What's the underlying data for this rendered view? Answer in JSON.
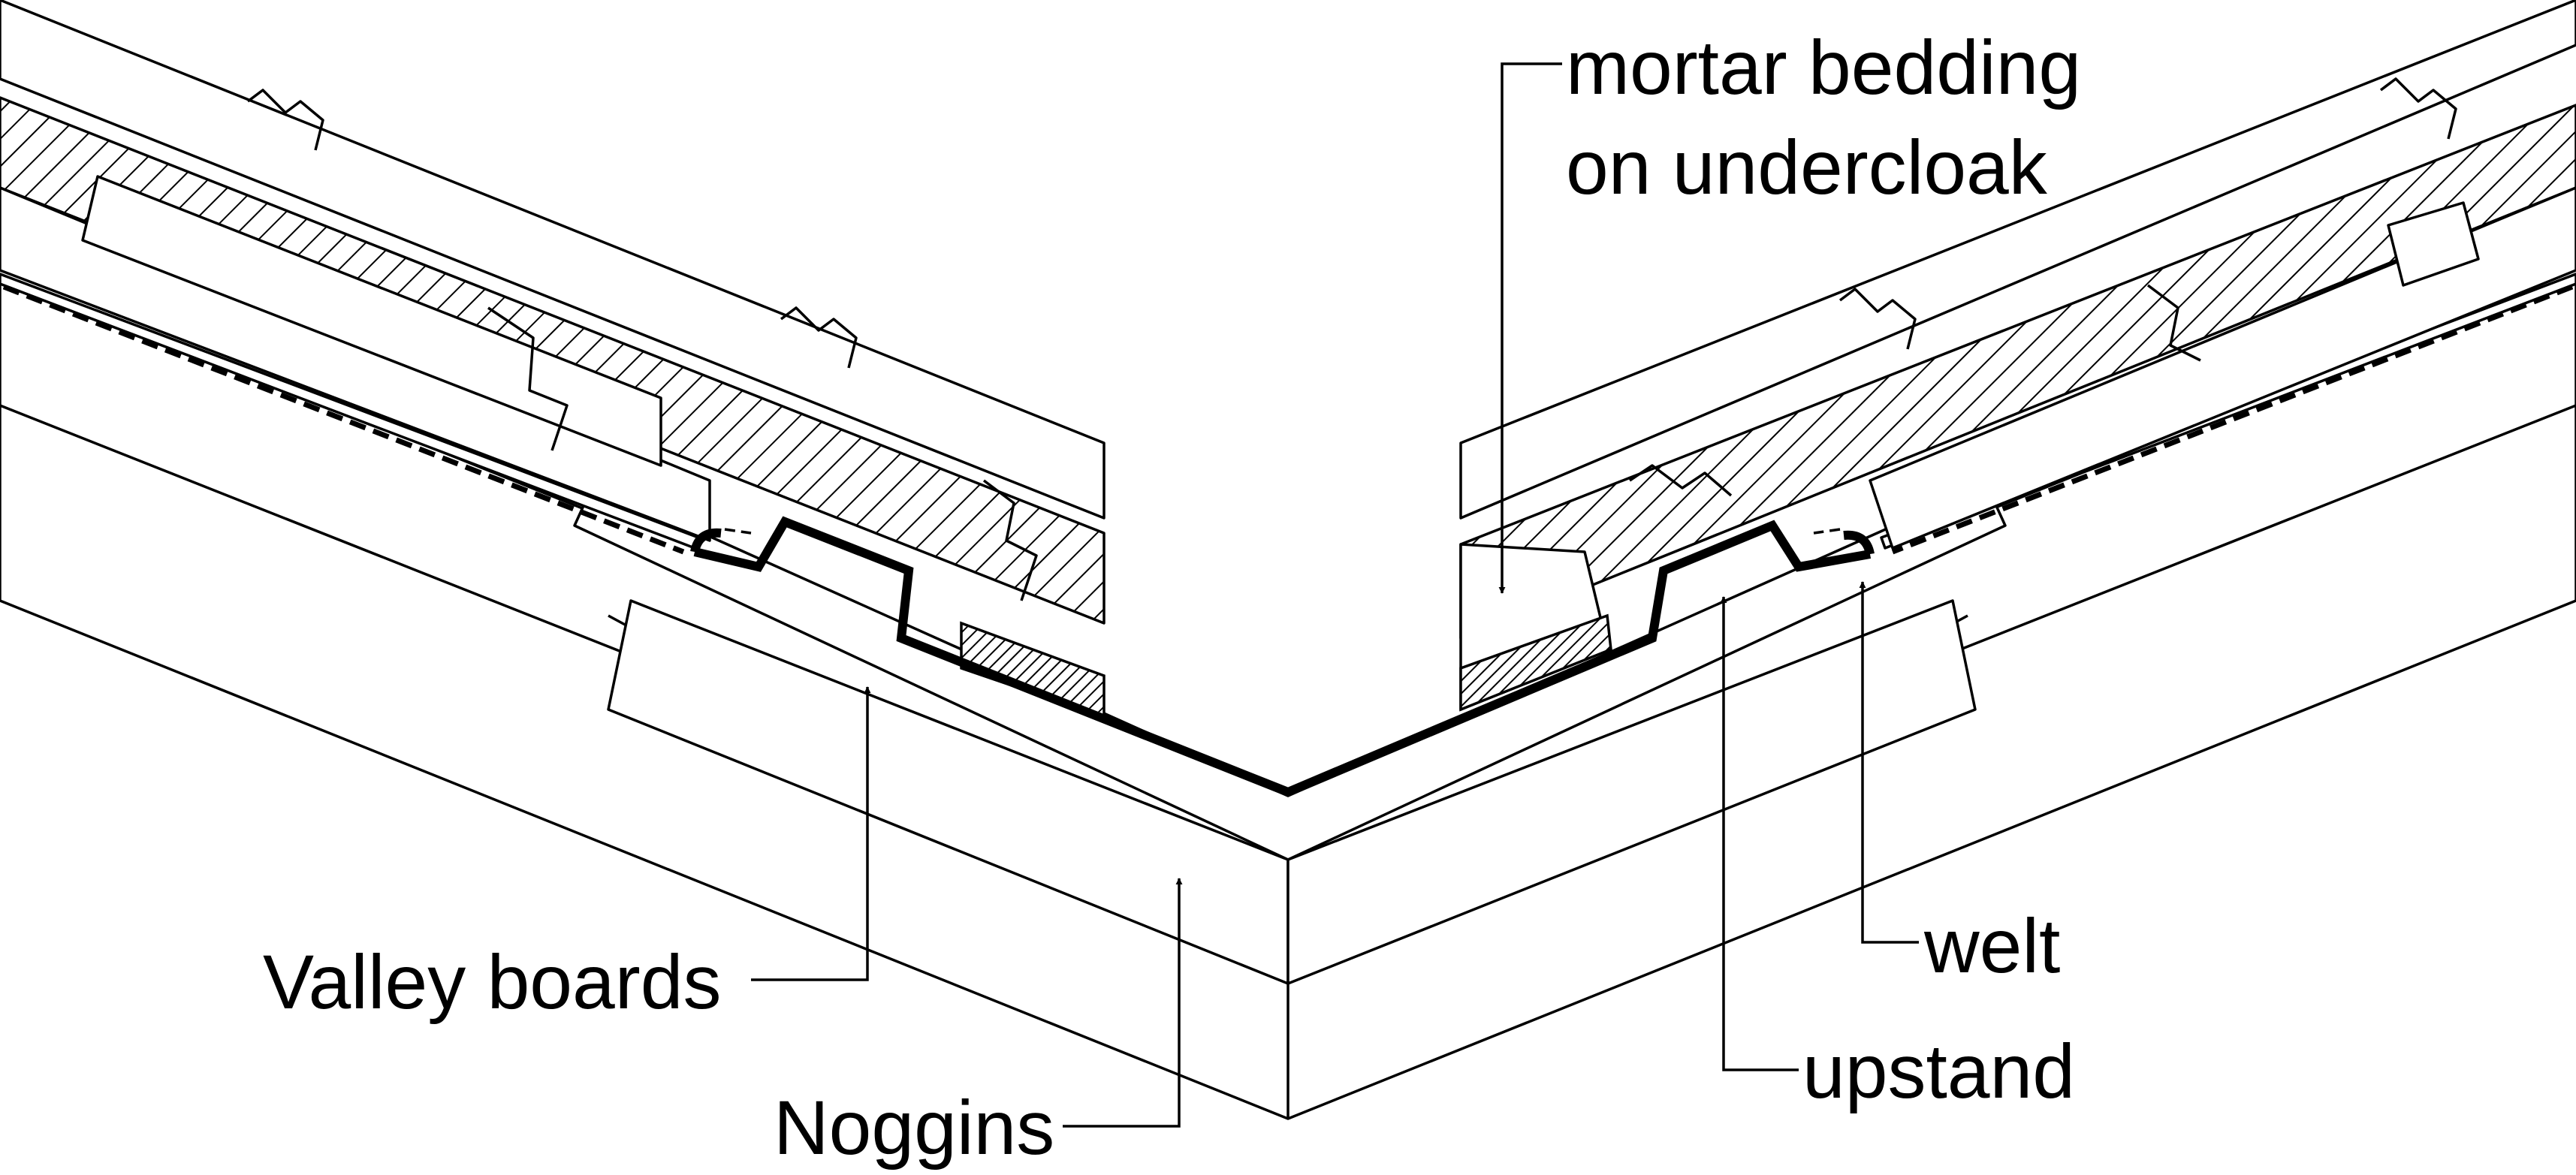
{
  "diagram": {
    "labels": {
      "mortar_line1": "mortar bedding",
      "mortar_line2": "on undercloak",
      "valley_boards": "Valley boards",
      "noggins": "Noggins",
      "welt": "welt",
      "upstand": "upstand"
    },
    "colors": {
      "ink": "#000000",
      "paper": "#ffffff"
    }
  }
}
